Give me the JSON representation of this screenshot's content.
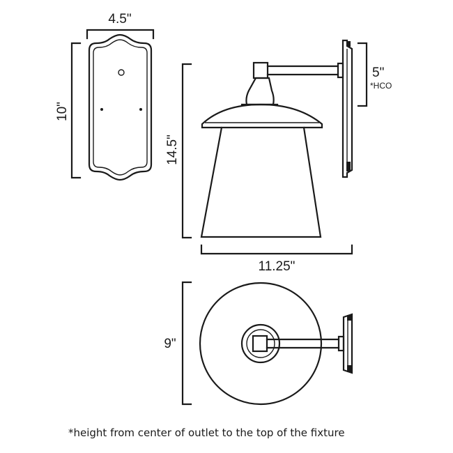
{
  "dimensions": {
    "backplate_width": "4.5\"",
    "backplate_height": "10\"",
    "fixture_height": "14.5\"",
    "hco": "5\"",
    "hco_note": "*HCO",
    "fixture_width": "11.25\"",
    "top_view_height": "9\""
  },
  "footnote": "*height from center of outlet to the top of the fixture",
  "colors": {
    "line": "#1a1a1a",
    "background": "#ffffff"
  }
}
